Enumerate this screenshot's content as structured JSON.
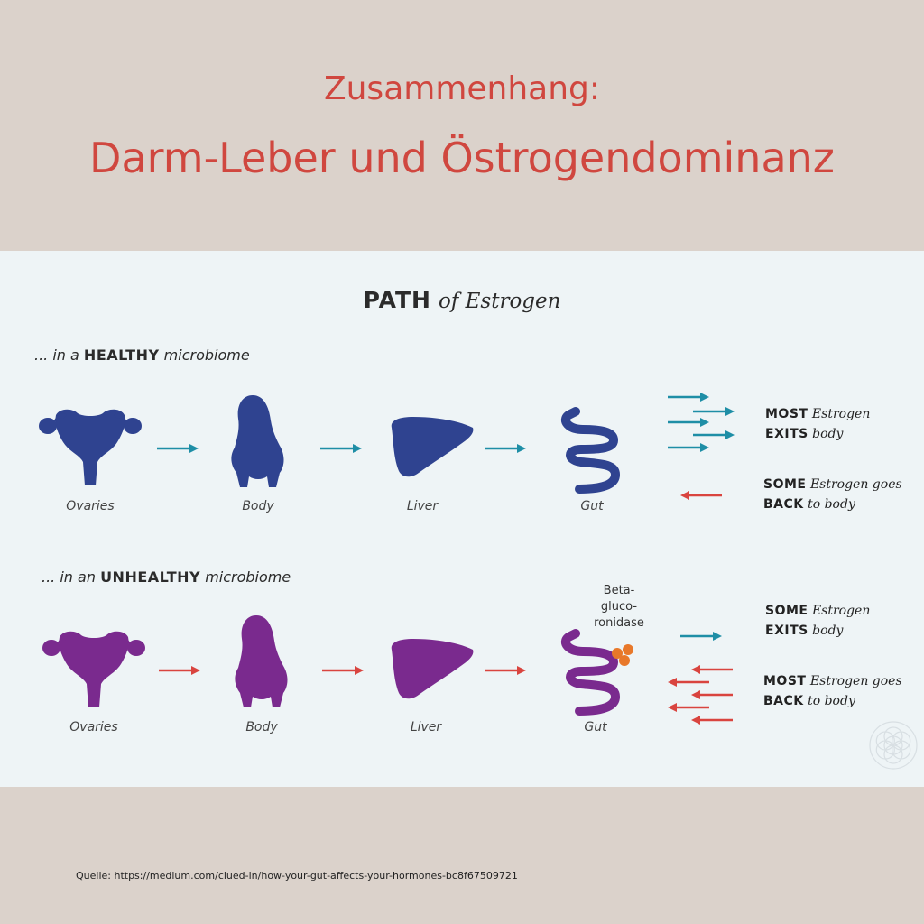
{
  "header": {
    "title_line1": "Zusammenhang:",
    "title_line2": "Darm-Leber und Östrogendominanz"
  },
  "diagram": {
    "title_bold": "PATH",
    "title_rest": "of Estrogen",
    "healthy": {
      "prefix": "... in a",
      "keyword": "HEALTHY",
      "suffix": "microbiome",
      "color": "#2f4390",
      "arrow_color": "#1e8ea6",
      "organs": [
        "Ovaries",
        "Body",
        "Liver",
        "Gut"
      ],
      "outcome1_bold1": "MOST",
      "outcome1_italic1": "Estrogen",
      "outcome1_bold2": "EXITS",
      "outcome1_italic2": "body",
      "outcome2_bold1": "SOME",
      "outcome2_italic1": "Estrogen goes",
      "outcome2_bold2": "BACK",
      "outcome2_italic2": "to body"
    },
    "unhealthy": {
      "prefix": "... in an",
      "keyword": "UNHEALTHY",
      "suffix": "microbiome",
      "color": "#7a2a8e",
      "arrow_color": "#d9443f",
      "organs": [
        "Ovaries",
        "Body",
        "Liver",
        "Gut"
      ],
      "enzyme": [
        "Beta-",
        "gluco-",
        "ronidase"
      ],
      "outcome1_bold1": "SOME",
      "outcome1_italic1": "Estrogen",
      "outcome1_bold2": "EXITS",
      "outcome1_italic2": "body",
      "outcome2_bold1": "MOST",
      "outcome2_italic1": "Estrogen goes",
      "outcome2_bold2": "BACK",
      "outcome2_italic2": "to body"
    }
  },
  "footer": {
    "source": "Quelle: https://medium.com/clued-in/how-your-gut-affects-your-hormones-bc8f67509721"
  },
  "icons": {
    "organs": [
      "uterus-icon",
      "body-silhouette-icon",
      "liver-icon",
      "gut-icon"
    ],
    "watermark": "flower-of-life-icon"
  }
}
